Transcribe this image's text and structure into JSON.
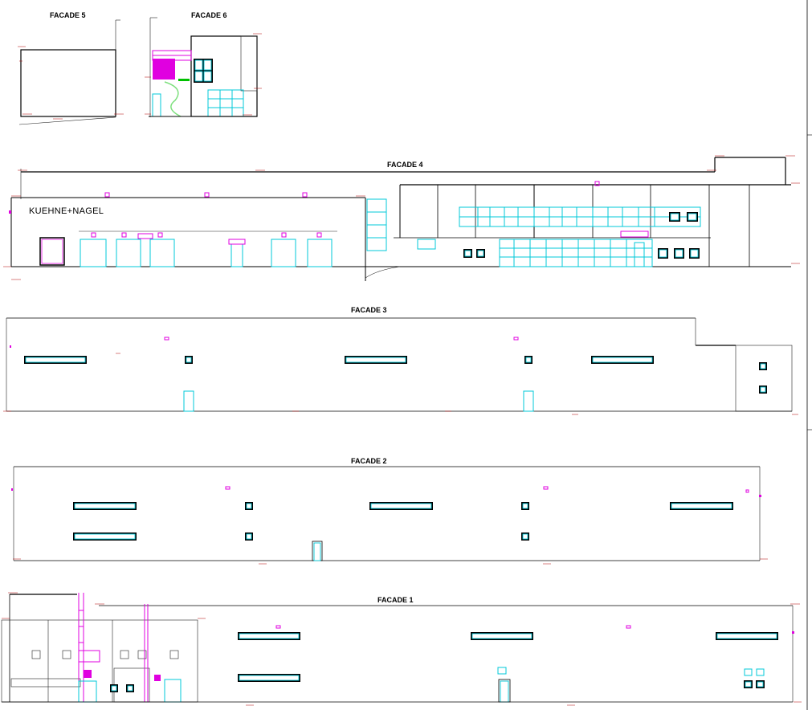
{
  "facades": {
    "f5": {
      "title": "FACADE 5"
    },
    "f6": {
      "title": "FACADE 6"
    },
    "f4": {
      "title": "FACADE 4",
      "brand": "KUEHNE+NAGEL"
    },
    "f3": {
      "title": "FACADE 3"
    },
    "f2": {
      "title": "FACADE 2"
    },
    "f1": {
      "title": "FACADE 1"
    }
  },
  "colors": {
    "window_cyan": "#00c8d8",
    "accent_magenta": "#e000e0",
    "level_marker_red": "#b00000",
    "line_black": "#000000"
  }
}
